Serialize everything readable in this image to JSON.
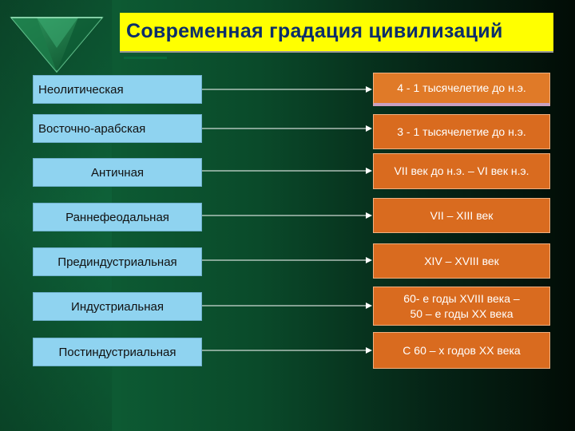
{
  "title": "Современная градация цивилизаций",
  "rows": [
    {
      "civilization": "Неолитическая",
      "period": "4 - 1 тысячелетие до н.э."
    },
    {
      "civilization": "Восточно-арабская",
      "period": "3 - 1 тысячелетие до н.э."
    },
    {
      "civilization": "Античная",
      "period": "VII век до н.э. – VI век н.э."
    },
    {
      "civilization": "Раннефеодальная",
      "period": "VII – XIII век"
    },
    {
      "civilization": "Прединдустриальная",
      "period": "XIV – XVIII век"
    },
    {
      "civilization": "Индустриальная",
      "period_lines": [
        "60- е годы XVIII века –",
        "50 – е годы XX века"
      ]
    },
    {
      "civilization": "Постиндустриальная",
      "period": "С 60 – х годов XX века"
    }
  ],
  "colors": {
    "title_bg": "#ffff00",
    "title_text": "#0b2d6a",
    "left_box": "#8fd3f0",
    "right_box": "#d96b1f",
    "arrow": "#ffffff"
  }
}
